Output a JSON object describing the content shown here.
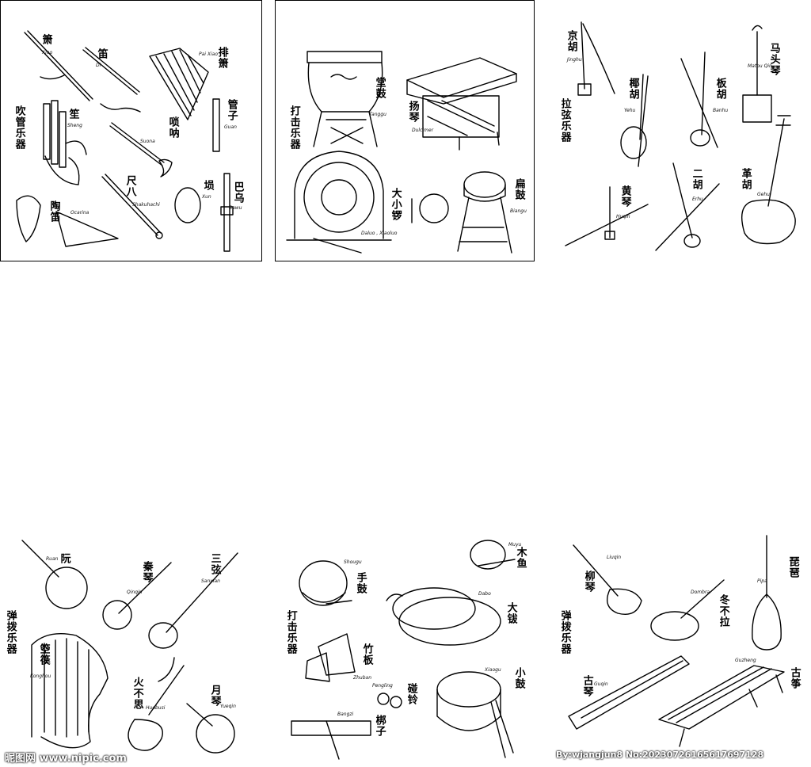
{
  "panels": {
    "wind": {
      "category": "吹管乐器",
      "labels": {
        "xiao": "箫",
        "xiao_en": "Xiao",
        "di": "笛",
        "di_en": "Di",
        "paixiao": "排箫",
        "paixiao_en": "Pai Xiao",
        "sheng": "笙",
        "sheng_en": "Sheng",
        "suona": "唢呐",
        "suona_en": "Suona",
        "guanzi": "管子",
        "guanzi_en": "Guan",
        "chiba": "尺八",
        "chiba_en": "Shakuhachi",
        "xun": "埙",
        "xun_en": "Xun",
        "bawu": "巴乌",
        "bawu_en": "Bawu",
        "taodi": "陶笛",
        "taodi_en": "Ocarina"
      }
    },
    "percussion1": {
      "category": "打击乐器",
      "labels": {
        "tanggu": "堂鼓",
        "tanggu_en": "Tanggu",
        "yangqin": "扬琴",
        "yangqin_en": "Dulcimer",
        "luo": "大小锣",
        "luo_en": "Daluo , Xiaoluo",
        "bangu": "扁鼓",
        "bangu_en": "Biangu"
      }
    },
    "bowed": {
      "category": "拉弦乐器",
      "labels": {
        "jinghu": "京胡",
        "jinghu_en": "Jinghu",
        "yehu": "椰胡",
        "yehu_en": "Yehu",
        "banhu": "板胡",
        "banhu_en": "Banhu",
        "matouqin": "马头琴",
        "matouqin_en": "Matou Qin",
        "huqin": "黄琴",
        "huqin_en": "Huqin",
        "erhu": "二胡",
        "erhu_en": "Erhu",
        "gehu": "革胡",
        "gehu_en": "Gehu"
      }
    },
    "plucked1": {
      "category": "弹拨乐器",
      "labels": {
        "ruan": "阮",
        "ruan_en": "Ruan",
        "qinqin": "秦琴",
        "qinqin_en": "Qinqin",
        "sanxian": "三弦",
        "sanxian_en": "Sanxian",
        "konghou": "箜篌",
        "konghou_en": "Konghou",
        "huobusi": "火不思",
        "huobusi_en": "Huobusi",
        "yueqin": "月琴",
        "yueqin_en": "Yueqin"
      }
    },
    "percussion2": {
      "category": "打击乐器",
      "labels": {
        "shougu": "手鼓",
        "shougu_en": "Shougu",
        "muyu": "木鱼",
        "muyu_en": "Muyu",
        "dabo": "大钹",
        "dabo_en": "Dabo",
        "zhuban": "竹板",
        "zhuban_en": "Zhuban",
        "pengling": "碰铃",
        "pengling_en": "Pengling",
        "xiaogu": "小鼓",
        "xiaogu_en": "Xiaogu",
        "bangzi": "梆子",
        "bangzi_en": "Bangzi"
      }
    },
    "plucked2": {
      "category": "弹拨乐器",
      "labels": {
        "liuqin": "柳琴",
        "liuqin_en": "Liuqin",
        "dongbula": "冬不拉",
        "dongbula_en": "Dombra",
        "pipa": "琵琶",
        "pipa_en": "Pipa",
        "guqin": "古琴",
        "guqin_en": "Guqin",
        "guzheng": "古筝",
        "guzheng_en": "Guzheng"
      }
    }
  },
  "watermark": {
    "left": "昵图网 www.nipic.com",
    "right": "By:wjangjun8 No:20230726165617697128"
  }
}
